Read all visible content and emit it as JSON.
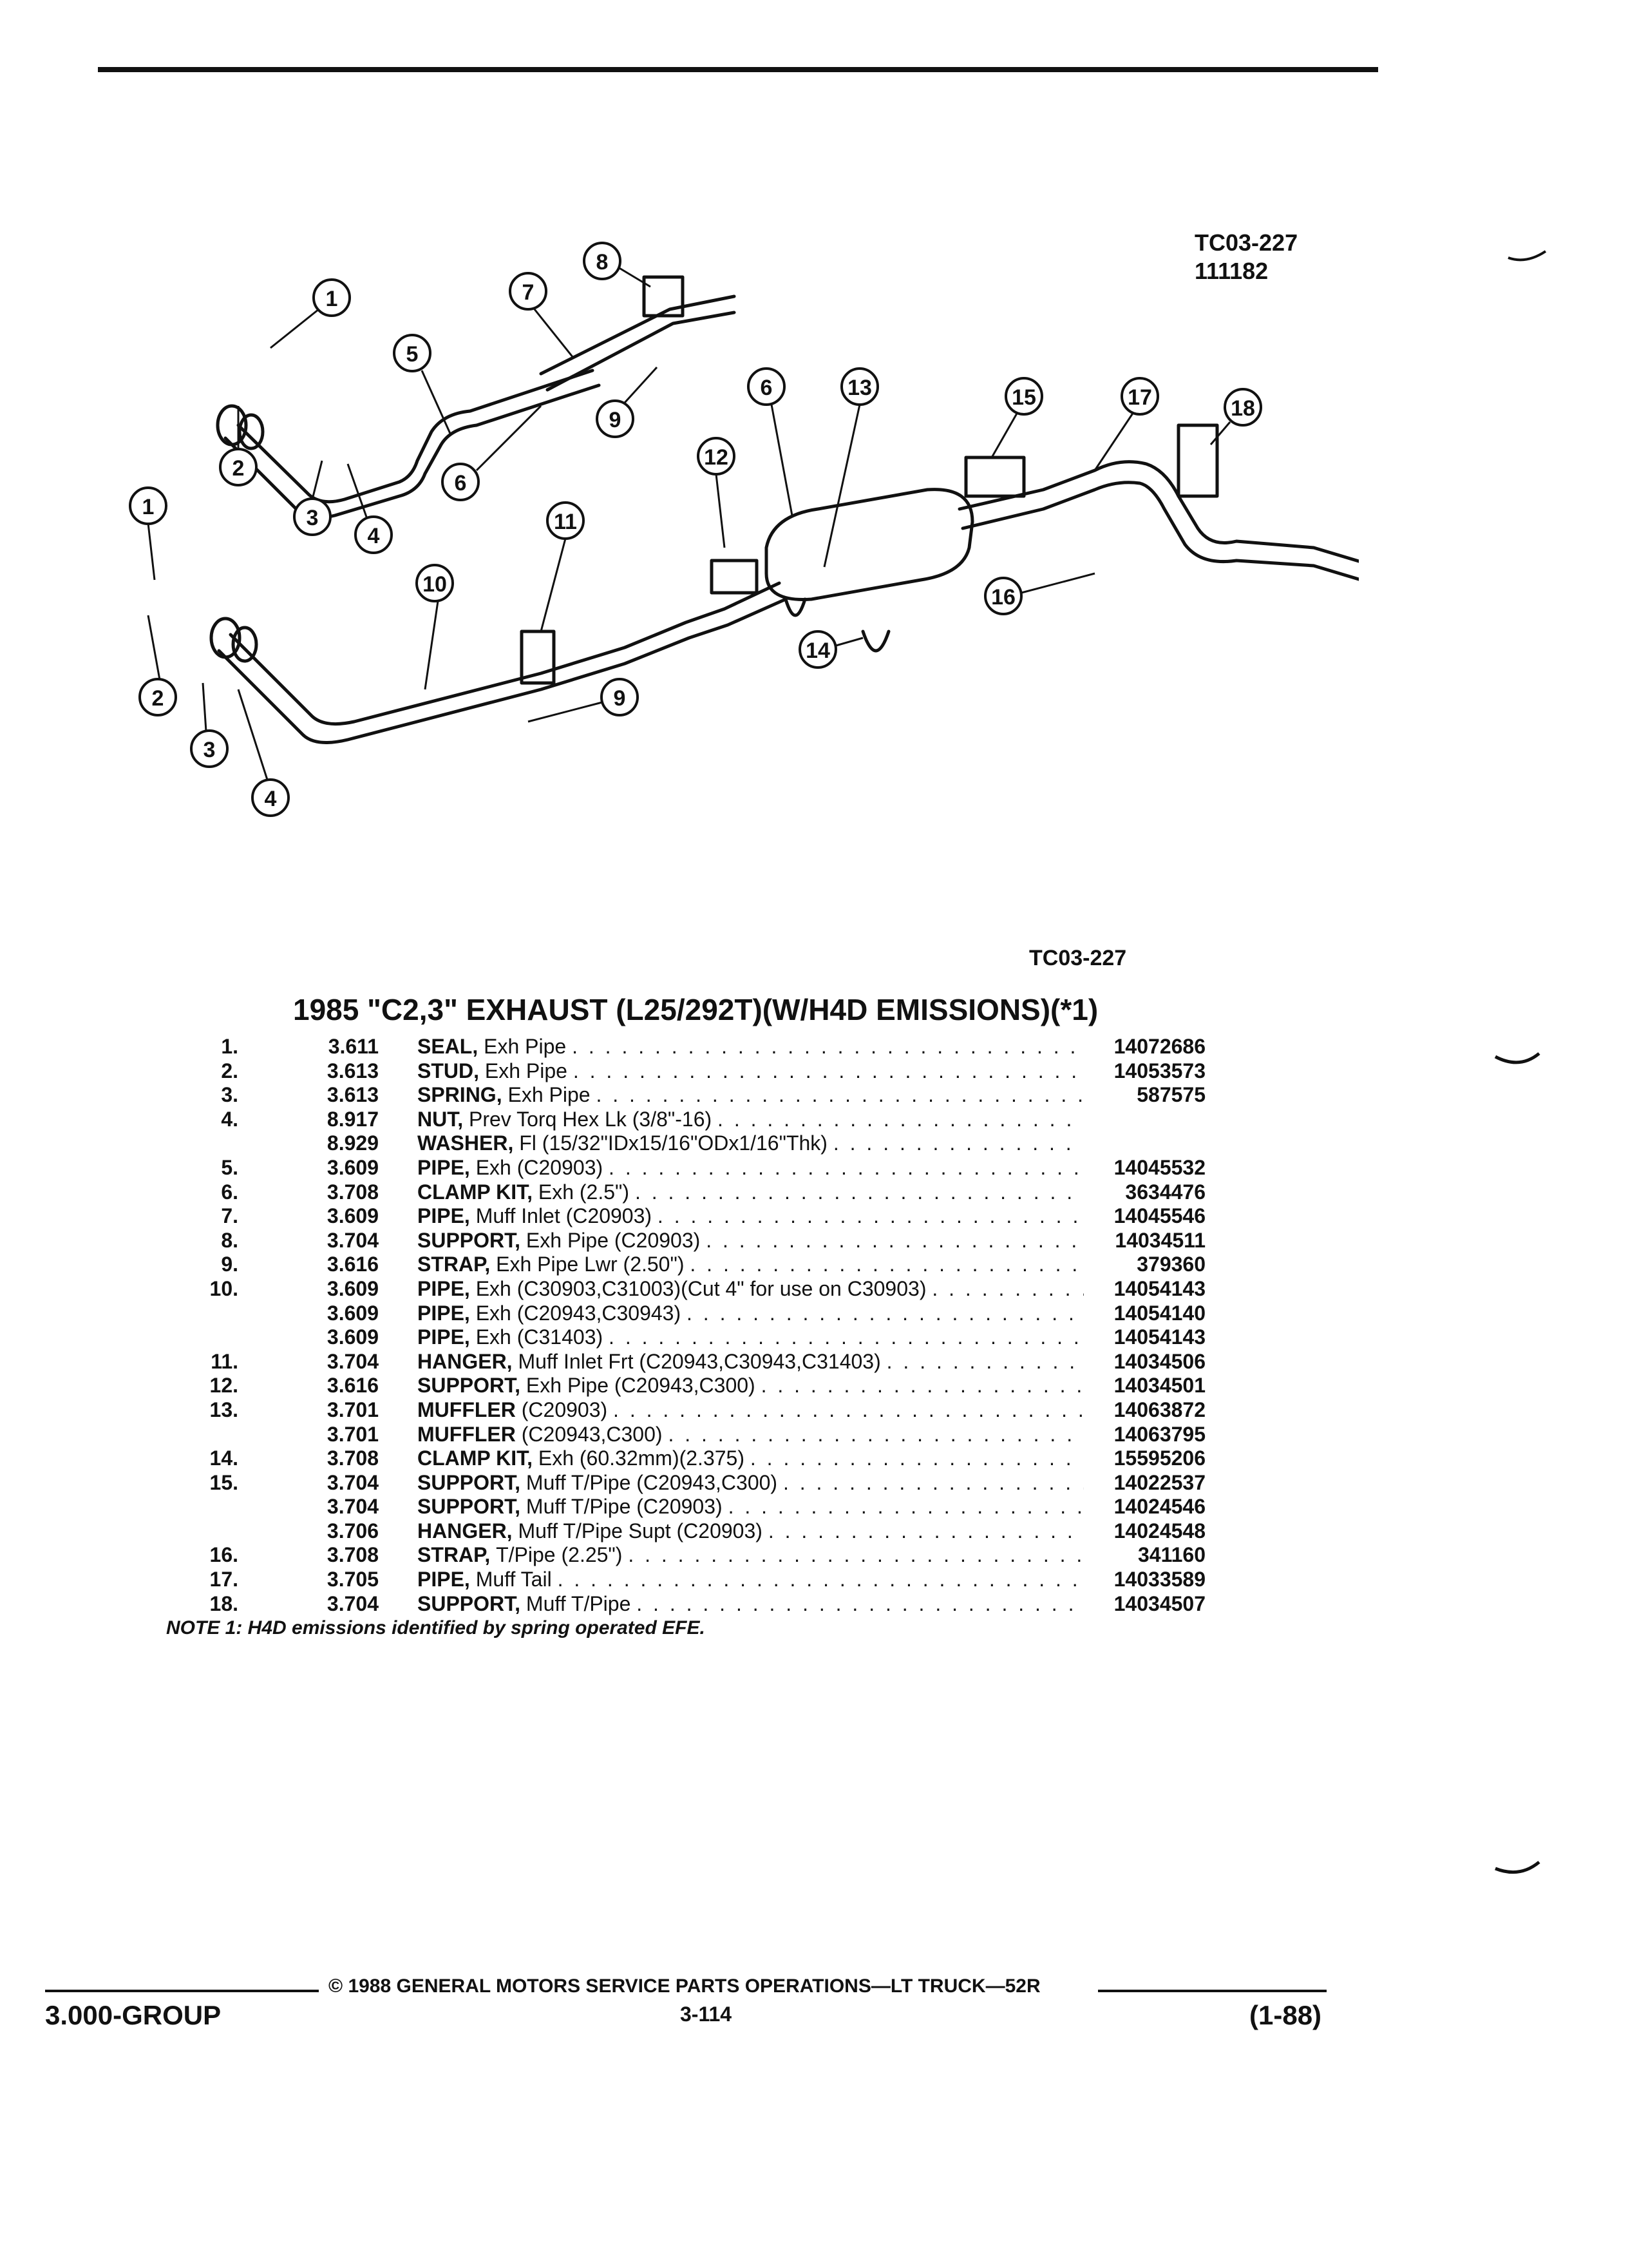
{
  "figure": {
    "code_top": "TC03-227",
    "code_sub": "111182",
    "code_ref": "TC03-227",
    "callouts": [
      "1",
      "2",
      "3",
      "4",
      "5",
      "6",
      "7",
      "8",
      "9",
      "1",
      "2",
      "3",
      "4",
      "10",
      "11",
      "9",
      "12",
      "6",
      "13",
      "14",
      "15",
      "16",
      "17",
      "18"
    ]
  },
  "title": "1985 \"C2,3\" EXHAUST (L25/292T)(W/H4D EMISSIONS)(*1)",
  "parts": [
    {
      "num": "1.",
      "group": "3.611",
      "name": "SEAL,",
      "desc": "Exh Pipe",
      "part": "14072686"
    },
    {
      "num": "2.",
      "group": "3.613",
      "name": "STUD,",
      "desc": "Exh Pipe",
      "part": "14053573"
    },
    {
      "num": "3.",
      "group": "3.613",
      "name": "SPRING,",
      "desc": "Exh Pipe",
      "part": "587575"
    },
    {
      "num": "4.",
      "group": "8.917",
      "name": "NUT,",
      "desc": "Prev Torq Hex Lk (3/8\"-16)",
      "part": ""
    },
    {
      "num": "",
      "group": "8.929",
      "name": "WASHER,",
      "desc": "Fl (15/32\"IDx15/16\"ODx1/16\"Thk)",
      "part": ""
    },
    {
      "num": "5.",
      "group": "3.609",
      "name": "PIPE,",
      "desc": "Exh (C20903)",
      "part": "14045532"
    },
    {
      "num": "6.",
      "group": "3.708",
      "name": "CLAMP KIT,",
      "desc": "Exh (2.5\")",
      "part": "3634476"
    },
    {
      "num": "7.",
      "group": "3.609",
      "name": "PIPE,",
      "desc": "Muff Inlet (C20903)",
      "part": "14045546"
    },
    {
      "num": "8.",
      "group": "3.704",
      "name": "SUPPORT,",
      "desc": "Exh Pipe (C20903)",
      "part": "14034511"
    },
    {
      "num": "9.",
      "group": "3.616",
      "name": "STRAP,",
      "desc": "Exh Pipe Lwr (2.50\")",
      "part": "379360"
    },
    {
      "num": "10.",
      "group": "3.609",
      "name": "PIPE,",
      "desc": "Exh (C30903,C31003)(Cut 4\" for use on C30903)",
      "part": "14054143"
    },
    {
      "num": "",
      "group": "3.609",
      "name": "PIPE,",
      "desc": "Exh (C20943,C30943)",
      "part": "14054140"
    },
    {
      "num": "",
      "group": "3.609",
      "name": "PIPE,",
      "desc": "Exh (C31403)",
      "part": "14054143"
    },
    {
      "num": "11.",
      "group": "3.704",
      "name": "HANGER,",
      "desc": "Muff Inlet Frt (C20943,C30943,C31403)",
      "part": "14034506"
    },
    {
      "num": "12.",
      "group": "3.616",
      "name": "SUPPORT,",
      "desc": "Exh Pipe (C20943,C300)",
      "part": "14034501"
    },
    {
      "num": "13.",
      "group": "3.701",
      "name": "MUFFLER",
      "desc": "(C20903)",
      "part": "14063872"
    },
    {
      "num": "",
      "group": "3.701",
      "name": "MUFFLER",
      "desc": "(C20943,C300)",
      "part": "14063795"
    },
    {
      "num": "14.",
      "group": "3.708",
      "name": "CLAMP KIT,",
      "desc": "Exh (60.32mm)(2.375)",
      "part": "15595206"
    },
    {
      "num": "15.",
      "group": "3.704",
      "name": "SUPPORT,",
      "desc": "Muff T/Pipe (C20943,C300)",
      "part": "14022537"
    },
    {
      "num": "",
      "group": "3.704",
      "name": "SUPPORT,",
      "desc": "Muff T/Pipe (C20903)",
      "part": "14024546"
    },
    {
      "num": "",
      "group": "3.706",
      "name": "HANGER,",
      "desc": "Muff T/Pipe Supt (C20903)",
      "part": "14024548"
    },
    {
      "num": "16.",
      "group": "3.708",
      "name": "STRAP,",
      "desc": "T/Pipe (2.25\")",
      "part": "341160"
    },
    {
      "num": "17.",
      "group": "3.705",
      "name": "PIPE,",
      "desc": "Muff Tail",
      "part": "14033589"
    },
    {
      "num": "18.",
      "group": "3.704",
      "name": "SUPPORT,",
      "desc": "Muff T/Pipe",
      "part": "14034507"
    }
  ],
  "note": "NOTE 1: H4D emissions identified by spring operated EFE.",
  "footer": {
    "copyright": "© 1988 GENERAL MOTORS SERVICE PARTS OPERATIONS—LT TRUCK—52R",
    "group": "3.000-GROUP",
    "page": "3-114",
    "date": "(1-88)"
  }
}
